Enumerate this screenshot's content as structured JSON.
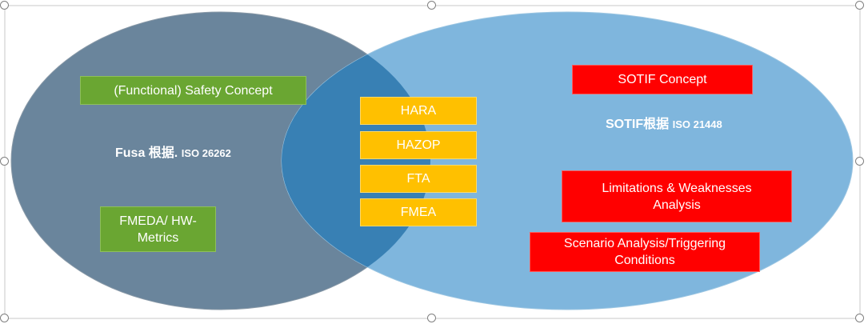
{
  "colors": {
    "fusa_ellipse": "#6a859c",
    "sotif_ellipse": "#7fb6dd",
    "overlap": "#3880b4",
    "green_box": "#6aa632",
    "red_box": "#ff0000",
    "yellow_box": "#ffc000",
    "selection_border": "#c8c8c8"
  },
  "fusa": {
    "title_main": "Fusa 根据.",
    "title_std": "ISO 26262",
    "safety_concept": "(Functional) Safety Concept",
    "fmeda_line1": "FMEDA/ HW-",
    "fmeda_line2": "Metrics"
  },
  "sotif": {
    "title_main": "SOTIF根据",
    "title_std": "ISO 21448",
    "concept": "SOTIF Concept",
    "limitations_line1": "Limitations & Weaknesses",
    "limitations_line2": "Analysis",
    "scenario_line1": "Scenario Analysis/Triggering",
    "scenario_line2": "Conditions"
  },
  "shared": {
    "hara": "HARA",
    "hazop": "HAZOP",
    "fta": "FTA",
    "fmea": "FMEA"
  }
}
